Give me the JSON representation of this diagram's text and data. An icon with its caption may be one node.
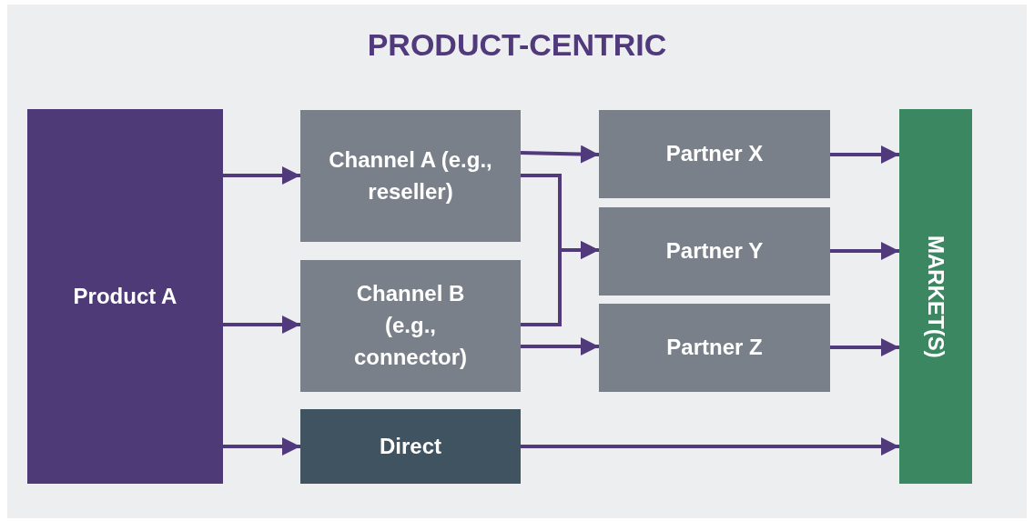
{
  "diagram": {
    "title": "PRODUCT-CENTRIC",
    "nodes": [
      {
        "text": [
          "Product A"
        ]
      },
      {
        "text": [
          "Channel A (e.g., reseller)"
        ]
      },
      {
        "text": [
          "Channel B (e.g., connector)"
        ]
      },
      {
        "text": [
          "Direct"
        ]
      },
      {
        "text": [
          "Partner X"
        ]
      },
      {
        "text": [
          "Partner Y"
        ]
      },
      {
        "text": [
          "Partner Z"
        ]
      },
      {
        "text": [
          "MARKET(S)"
        ]
      }
    ],
    "edges": [
      {
        "from": 0,
        "to": 1,
        "arrow": "to"
      },
      {
        "from": 0,
        "to": 2,
        "arrow": "to"
      },
      {
        "from": 0,
        "to": 3,
        "arrow": "to"
      },
      {
        "from": 1,
        "to": 4,
        "arrow": "to"
      },
      {
        "from": 1,
        "to": 5,
        "arrow": "to"
      },
      {
        "from": 2,
        "to": 5,
        "arrow": "to"
      },
      {
        "from": 2,
        "to": 6,
        "arrow": "to"
      },
      {
        "from": 3,
        "to": 7,
        "arrow": "to"
      },
      {
        "from": 4,
        "to": 7,
        "arrow": "to"
      },
      {
        "from": 5,
        "to": 7,
        "arrow": "to"
      },
      {
        "from": 6,
        "to": 7,
        "arrow": "to"
      }
    ]
  }
}
